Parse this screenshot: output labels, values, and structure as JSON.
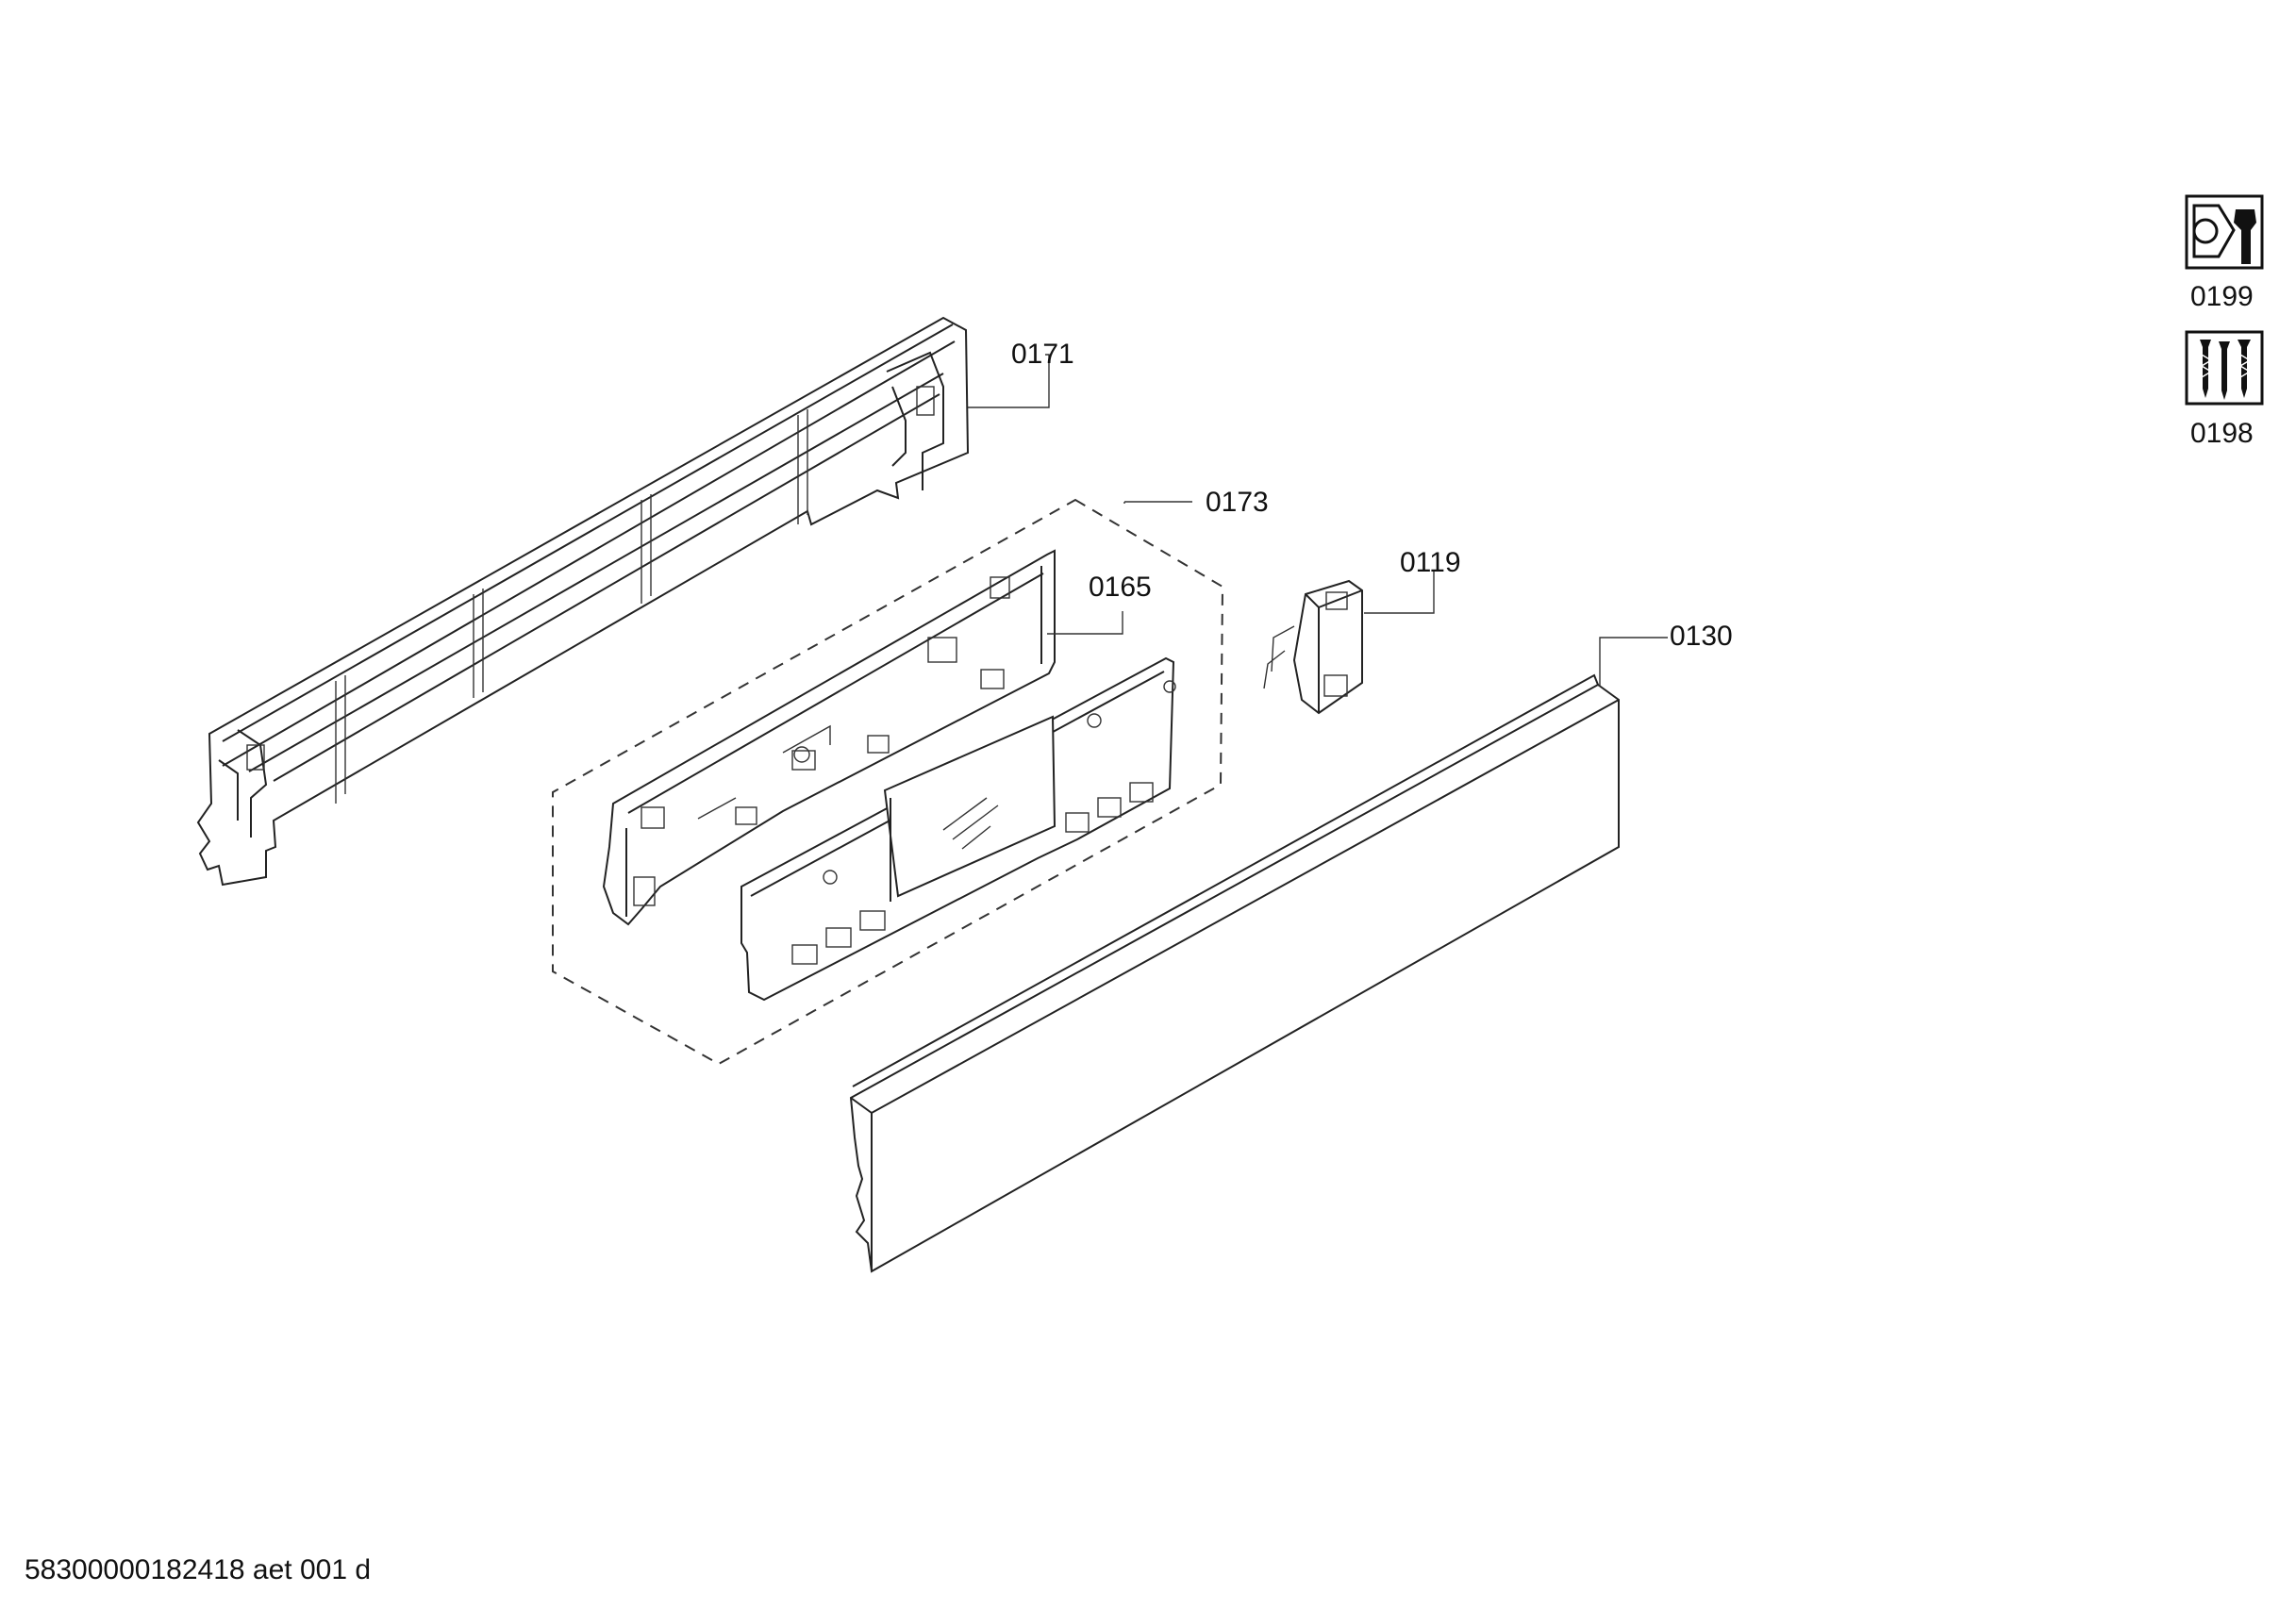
{
  "callouts": {
    "p0171": "0171",
    "p0173": "0173",
    "p0165": "0165",
    "p0119": "0119",
    "p0130": "0130"
  },
  "legend": {
    "tools_label": "0199",
    "screws_label": "0198",
    "tools_icon": "wrench-and-nut-icon",
    "screws_icon": "screws-icon"
  },
  "footer": {
    "code": "58300000182418 aet 001 d"
  }
}
